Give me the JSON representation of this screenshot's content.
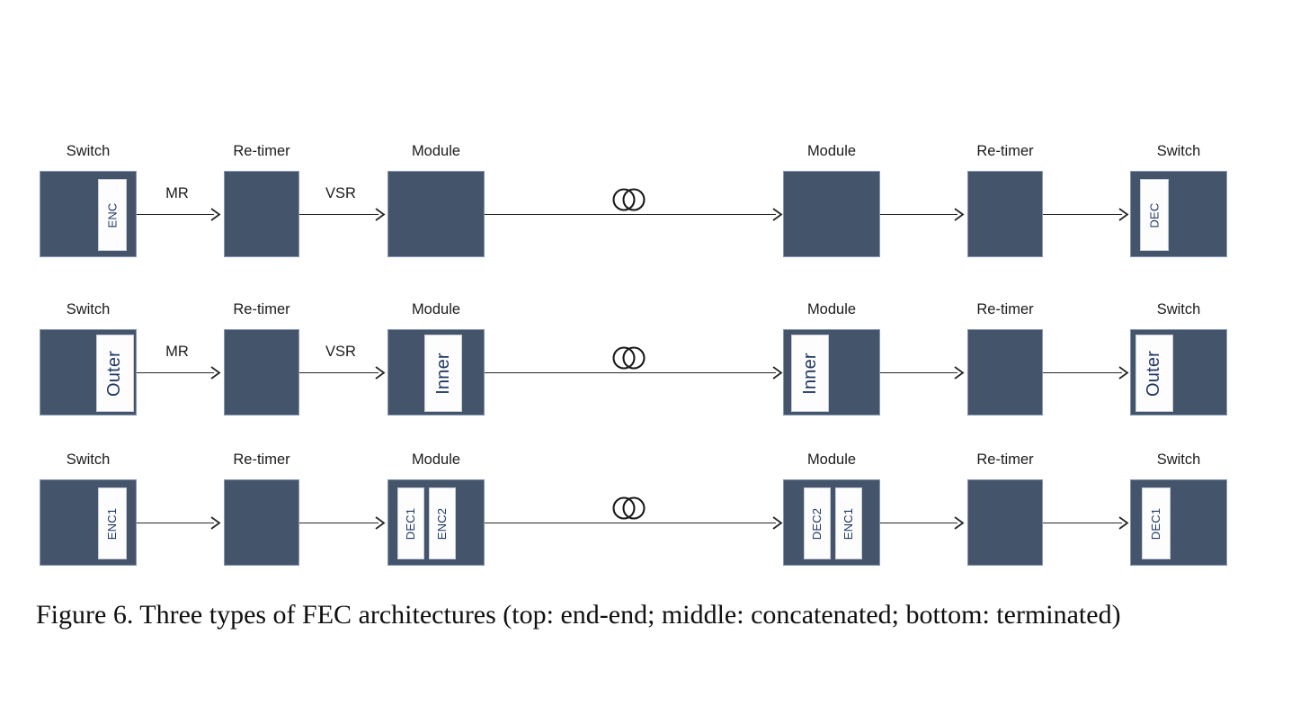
{
  "figure": {
    "caption": "Figure 6. Three types of FEC architectures (top: end-end; middle: concatenated; bottom: terminated)",
    "colors": {
      "box_fill": "#44546A",
      "box_border": "#8496B0",
      "sub_fill": "#FDFDFD",
      "sub_text": "#203864",
      "line": "#262626",
      "label_text": "#1b1b1b",
      "background": "#ffffff"
    },
    "rows": [
      {
        "name": "end-end",
        "nodes": [
          {
            "label": "Switch",
            "subs": [
              {
                "text": "ENC",
                "size": "small",
                "align": "right"
              }
            ]
          },
          {
            "label": "Re-timer",
            "subs": []
          },
          {
            "label": "Module",
            "subs": []
          },
          {
            "label": "Module",
            "subs": []
          },
          {
            "label": "Re-timer",
            "subs": []
          },
          {
            "label": "Switch",
            "subs": [
              {
                "text": "DEC",
                "size": "small",
                "align": "left"
              }
            ]
          }
        ],
        "links": [
          {
            "label": "MR"
          },
          {
            "label": "VSR"
          },
          {
            "label": "",
            "spool": true
          },
          {
            "label": ""
          },
          {
            "label": ""
          }
        ]
      },
      {
        "name": "concatenated",
        "nodes": [
          {
            "label": "Switch",
            "subs": [
              {
                "text": "Outer",
                "size": "big",
                "align": "right"
              }
            ]
          },
          {
            "label": "Re-timer",
            "subs": []
          },
          {
            "label": "Module",
            "subs": [
              {
                "text": "Inner",
                "size": "big",
                "align": "right"
              }
            ]
          },
          {
            "label": "Module",
            "subs": [
              {
                "text": "Inner",
                "size": "big",
                "align": "left"
              }
            ]
          },
          {
            "label": "Re-timer",
            "subs": []
          },
          {
            "label": "Switch",
            "subs": [
              {
                "text": "Outer",
                "size": "big",
                "align": "left"
              }
            ]
          }
        ],
        "links": [
          {
            "label": "MR"
          },
          {
            "label": "VSR"
          },
          {
            "label": "",
            "spool": true
          },
          {
            "label": ""
          },
          {
            "label": ""
          }
        ]
      },
      {
        "name": "terminated",
        "nodes": [
          {
            "label": "Switch",
            "subs": [
              {
                "text": "ENC1",
                "size": "small",
                "align": "right"
              }
            ]
          },
          {
            "label": "Re-timer",
            "subs": []
          },
          {
            "label": "Module",
            "subs": [
              {
                "text": "DEC1",
                "size": "small",
                "align": "pairL"
              },
              {
                "text": "ENC2",
                "size": "small",
                "align": "pairR"
              }
            ]
          },
          {
            "label": "Module",
            "subs": [
              {
                "text": "DEC2",
                "size": "small",
                "align": "pairL2"
              },
              {
                "text": "ENC1",
                "size": "small",
                "align": "pairR2"
              }
            ]
          },
          {
            "label": "Re-timer",
            "subs": []
          },
          {
            "label": "Switch",
            "subs": [
              {
                "text": "DEC1",
                "size": "small",
                "align": "left"
              }
            ]
          }
        ],
        "links": [
          {
            "label": ""
          },
          {
            "label": ""
          },
          {
            "label": "",
            "spool": true
          },
          {
            "label": ""
          },
          {
            "label": ""
          }
        ]
      }
    ]
  }
}
